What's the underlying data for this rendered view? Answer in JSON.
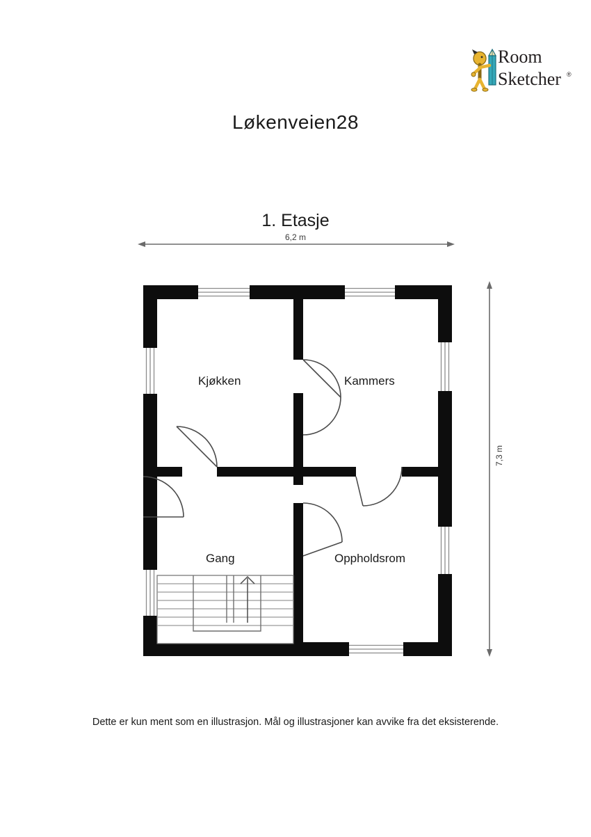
{
  "brand": {
    "name_line1": "Room",
    "name_line2": "Sketcher",
    "registered_mark": "®",
    "logo_icon": "roomsketcher-figure-with-pencil-icon",
    "colors": {
      "figure": "#E8B430",
      "figure_outline": "#8a6a14",
      "pencil_body": "#35A8B8",
      "pencil_tip": "#F2E3B0",
      "text": "#231f20"
    }
  },
  "document": {
    "title": "Løkenveien28",
    "floor_label": "1. Etasje",
    "disclaimer": "Dette er kun ment som en illustrasjon. Mål og illustrasjoner kan avvike fra det eksisterende."
  },
  "dimensions": {
    "width_label": "6,2 m",
    "height_label": "7,3 m",
    "arrow_color": "#6b6b6b"
  },
  "floorplan": {
    "wall_color": "#0d0d0d",
    "window_color": "#ffffff",
    "window_frame_color": "#8c8c8c",
    "door_arc_color": "#4a4a4a",
    "stair_color": "#9a9a9a",
    "rooms": [
      {
        "id": "kjokken",
        "label": "Kjøkken"
      },
      {
        "id": "kammers",
        "label": "Kammers"
      },
      {
        "id": "gang",
        "label": "Gang"
      },
      {
        "id": "oppholdsrom",
        "label": "Oppholdsrom"
      }
    ],
    "features": {
      "stair_direction_icon": "up-arrow-icon",
      "stair_type": "switchback",
      "window_count": 7,
      "door_count": 4
    }
  }
}
